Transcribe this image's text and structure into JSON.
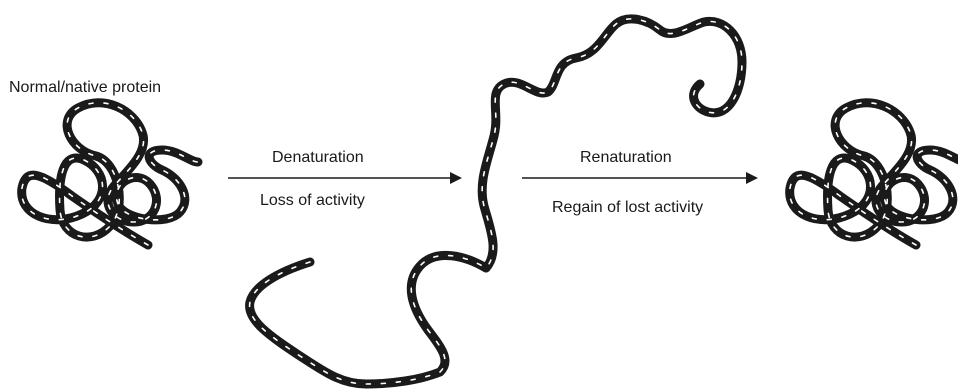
{
  "labels": {
    "native_protein": "Normal/native protein",
    "denaturation": "Denaturation",
    "loss_of_activity": "Loss of activity",
    "renaturation": "Renaturation",
    "regain_activity": "Regain of lost activity"
  },
  "colors": {
    "strand": "#1a1a1a",
    "dash": "#ffffff",
    "arrow": "#1a1a1a",
    "text": "#1a1a1a"
  }
}
